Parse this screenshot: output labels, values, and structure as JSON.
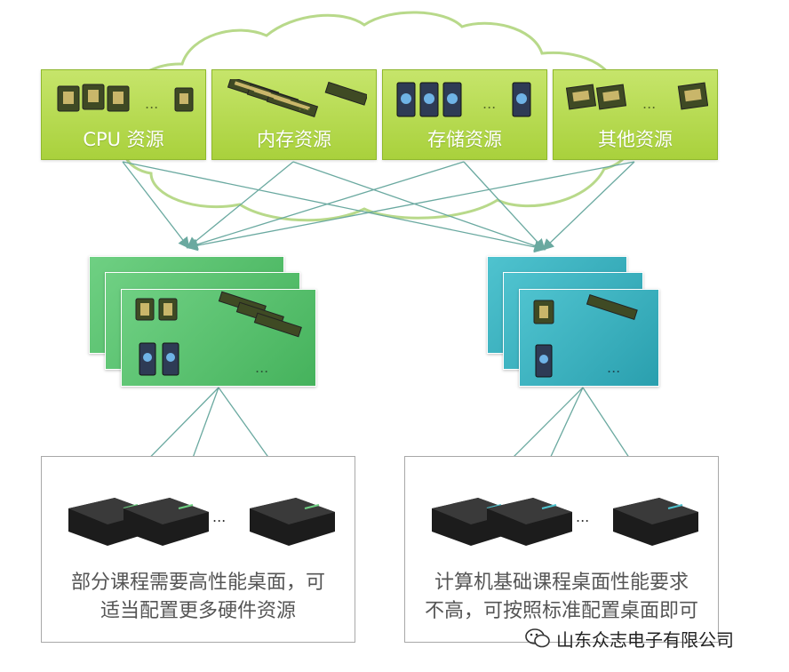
{
  "resources": [
    {
      "id": "cpu",
      "label": "CPU 资源",
      "icon": "cpu-chip-icon"
    },
    {
      "id": "memory",
      "label": "内存资源",
      "icon": "memory-stick-icon"
    },
    {
      "id": "storage",
      "label": "存储资源",
      "icon": "storage-drive-icon"
    },
    {
      "id": "other",
      "label": "其他资源",
      "icon": "expansion-card-icon"
    }
  ],
  "ellipsis": "...",
  "clients": [
    {
      "id": "left",
      "caption_line1": "部分课程需要高性能桌面，可",
      "caption_line2": "适当配置更多硬件资源"
    },
    {
      "id": "right",
      "caption_line1": "计算机基础课程桌面性能要求",
      "caption_line2": "不高，可按照标准配置桌面即可"
    }
  ],
  "watermark": {
    "text": "山东众志电子有限公司",
    "icon": "wechat-icon"
  },
  "colors": {
    "resource_green": "#b5db4b",
    "vm_green": "#55be6c",
    "vm_blue": "#3bb0be",
    "arrow": "#6aa9a0"
  }
}
